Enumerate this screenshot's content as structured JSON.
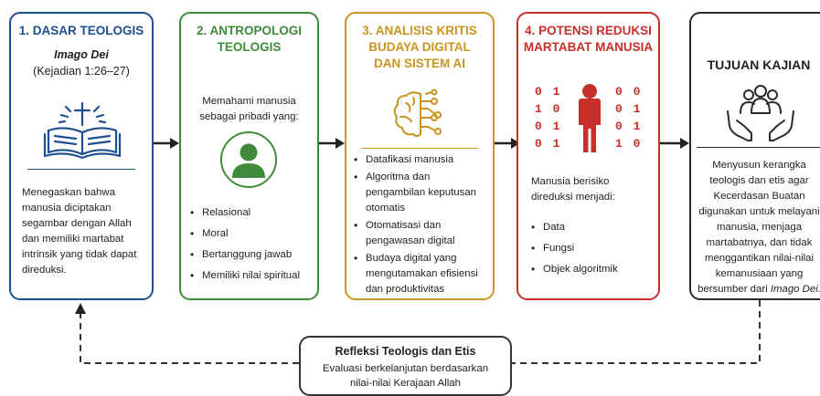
{
  "colors": {
    "blue": "#1d4f8f",
    "green": "#3f8b3a",
    "gold": "#c9941f",
    "red": "#c6302b",
    "dark": "#2a2a2a"
  },
  "card1": {
    "title": "1. DASAR TEOLOGIS",
    "subtitle_italic": "Imago Dei",
    "reference": "(Kejadian 1:26–27)",
    "icon": "open-bible-with-cross-icon",
    "description": "Menegaskan bahwa manusia diciptakan segambar dengan Allah dan memiliki martabat intrinsik yang tidak dapat direduksi."
  },
  "card2": {
    "title_line1": "2. ANTROPOLOGI",
    "title_line2": "TEOLOGIS",
    "intro": "Memahami manusia sebagai pribadi yang:",
    "icon": "person-circle-icon",
    "items": [
      "Relasional",
      "Moral",
      "Bertanggung jawab",
      "Memiliki nilai spiritual"
    ]
  },
  "card3": {
    "title_line1": "3. ANALISIS KRITIS",
    "title_line2": "BUDAYA DIGITAL",
    "title_line3": "DAN SISTEM AI",
    "icon": "brain-circuit-icon",
    "items": [
      "Datafikasi manusia",
      "Algoritma dan pengambilan keputusan otomatis",
      "Otomatisasi dan pengawasan digital",
      "Budaya digital yang mengutamakan efisiensi dan produktivitas"
    ]
  },
  "card4": {
    "title_line1": "4. POTENSI REDUKSI",
    "title_line2": "MARTABAT MANUSIA",
    "icon": "person-binary-icon",
    "binary_left": [
      "0 1",
      "1 0",
      "0 1",
      "0 1"
    ],
    "binary_right": [
      "0 0",
      "0 1",
      "0 1",
      "1 0"
    ],
    "intro": "Manusia berisiko direduksi menjadi:",
    "items": [
      "Data",
      "Fungsi",
      "Objek algoritmik"
    ]
  },
  "card5": {
    "title": "TUJUAN KAJIAN",
    "icon": "hands-holding-people-icon",
    "description": "Menyusun kerangka teologis dan etis agar Kecerdasan Buatan digunakan untuk melayani manusia, menjaga martabatnya, dan tidak menggantikan nilai-nilai kemanusiaan yang bersumber dari",
    "description_italic": "Imago Dei."
  },
  "feedback": {
    "title": "Refleksi Teologis dan Etis",
    "line1": "Evaluasi berkelanjutan berdasarkan",
    "line2": "nilai-nilai Kerajaan Allah"
  }
}
